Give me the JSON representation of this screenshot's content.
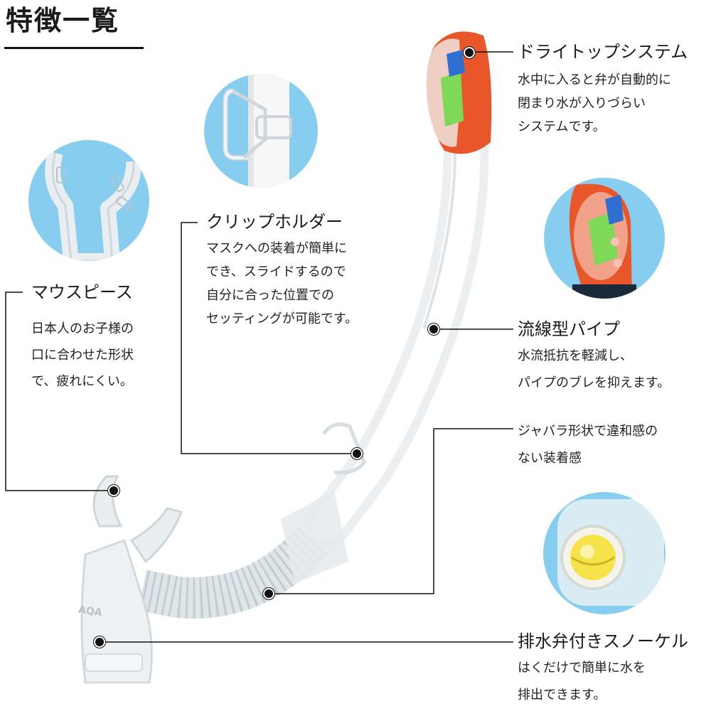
{
  "page": {
    "title": "特徴一覧"
  },
  "features": {
    "dry_top": {
      "title": "ドライトップシステム",
      "desc": [
        "水中に入ると弁が自動的に",
        "閉まり水が入りづらい",
        "システムです。"
      ]
    },
    "clip_holder": {
      "title": "クリップホルダー",
      "desc": [
        "マスクへの装着が簡単に",
        "でき、スライドするので",
        "自分に合った位置での",
        "セッティングが可能です。"
      ]
    },
    "mouthpiece": {
      "title": "マウスピース",
      "desc": [
        "日本人のお子様の",
        "口に合わせた形状",
        "で、疲れにくい。"
      ]
    },
    "pipe": {
      "title": "流線型パイプ",
      "desc": [
        "水流抵抗を軽減し、",
        "パイプのブレを抑えます。"
      ]
    },
    "bellows": {
      "desc": [
        "ジャバラ形状で違和感の",
        "ない装着感"
      ]
    },
    "drain_valve": {
      "title": "排水弁付きスノーケル",
      "desc": [
        "はくだけで簡単に水を",
        "排出できます。"
      ]
    }
  },
  "product": {
    "mouthpiece_logo": "AQA"
  },
  "colors": {
    "circle_bg": "#86cdf0",
    "top_orange": "#e8572a",
    "valve_green": "#7ed957",
    "valve_yellow": "#f6e34a"
  }
}
